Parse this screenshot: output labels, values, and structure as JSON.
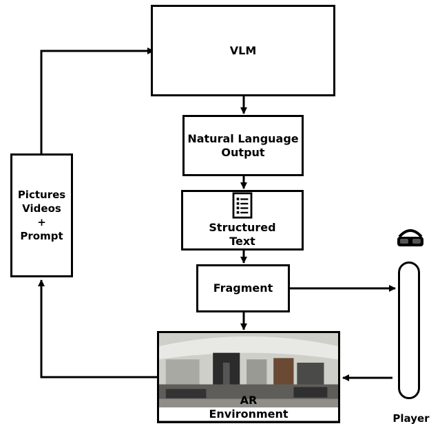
{
  "nodes": {
    "vlm": "VLM",
    "nlo_line1": "Natural Language",
    "nlo_line2": "Output",
    "st_line1": "Structured",
    "st_line2": "Text",
    "fragment": "Fragment",
    "pvp_line1": "Pictures",
    "pvp_line2": "Videos",
    "pvp_line3": "+",
    "pvp_line4": "Prompt",
    "ar_line1": "AR",
    "ar_line2": "Environment",
    "player": "Player"
  },
  "icons": {
    "structured_text": "list-document-icon",
    "player_head": "vr-headset-icon"
  },
  "colors": {
    "stroke": "#000000",
    "background": "#ffffff"
  }
}
